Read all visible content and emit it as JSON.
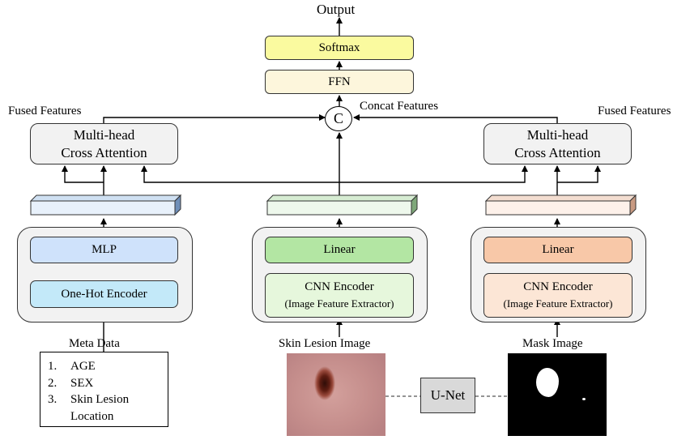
{
  "output_label": "Output",
  "softmax_label": "Softmax",
  "ffn_label": "FFN",
  "concat_symbol": "C",
  "concat_label": "Concat Features",
  "fused_left_label": "Fused Features",
  "fused_right_label": "Fused Features",
  "attention_left": {
    "line1": "Multi-head",
    "line2": "Cross Attention"
  },
  "attention_right": {
    "line1": "Multi-head",
    "line2": "Cross Attention"
  },
  "meta_branch": {
    "mlp_label": "MLP",
    "encoder_label": "One-Hot Encoder",
    "input_label": "Meta Data",
    "list": [
      {
        "num": "1.",
        "text": "AGE"
      },
      {
        "num": "2.",
        "text": "SEX"
      },
      {
        "num": "3.",
        "text": "Skin Lesion"
      },
      {
        "num": "",
        "text": "Location"
      }
    ]
  },
  "image_branch": {
    "linear_label": "Linear",
    "cnn_label": "CNN Encoder",
    "cnn_sub": "(Image Feature Extractor)",
    "input_label": "Skin Lesion Image"
  },
  "mask_branch": {
    "linear_label": "Linear",
    "cnn_label": "CNN Encoder",
    "cnn_sub": "(Image Feature Extractor)",
    "input_label": "Mask Image"
  },
  "unet_label": "U-Net",
  "colors": {
    "softmax": "#fafa9f",
    "ffn": "#fdf6dc",
    "meta_mlp": "#cfe2fb",
    "meta_encoder": "#c3e9f9",
    "image_linear": "#b3e6a3",
    "image_cnn": "#e6f7dc",
    "mask_linear": "#f8c8a8",
    "mask_cnn": "#fce6d6",
    "panel": "#f2f2f2"
  }
}
